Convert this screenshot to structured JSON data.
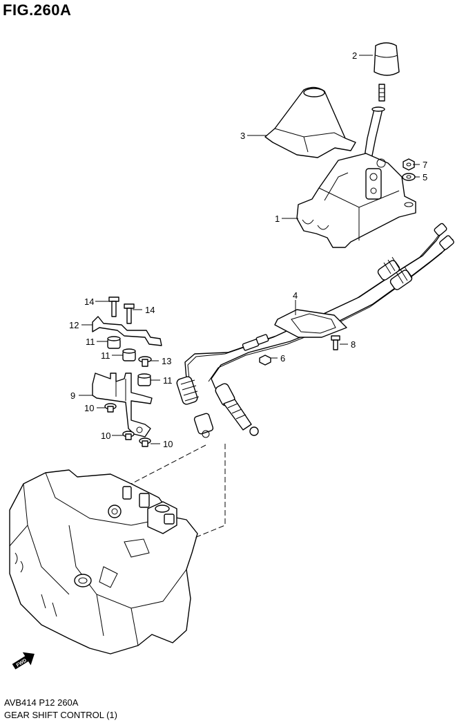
{
  "figure": {
    "title": "FIG.260A"
  },
  "callouts": [
    {
      "id": "c1",
      "text": "1"
    },
    {
      "id": "c2",
      "text": "2"
    },
    {
      "id": "c3",
      "text": "3"
    },
    {
      "id": "c4",
      "text": "4"
    },
    {
      "id": "c5",
      "text": "5"
    },
    {
      "id": "c6",
      "text": "6"
    },
    {
      "id": "c7",
      "text": "7"
    },
    {
      "id": "c8",
      "text": "8"
    },
    {
      "id": "c9",
      "text": "9"
    },
    {
      "id": "c10a",
      "text": "10"
    },
    {
      "id": "c10b",
      "text": "10"
    },
    {
      "id": "c10c",
      "text": "10"
    },
    {
      "id": "c11a",
      "text": "11"
    },
    {
      "id": "c11b",
      "text": "11"
    },
    {
      "id": "c11c",
      "text": "11"
    },
    {
      "id": "c12",
      "text": "12"
    },
    {
      "id": "c13",
      "text": "13"
    },
    {
      "id": "c14a",
      "text": "14"
    },
    {
      "id": "c14b",
      "text": "14"
    }
  ],
  "fwd_badge": "FWD",
  "footer": {
    "code": "AVB414 P12 260A",
    "caption": "GEAR SHIFT CONTROL (1)"
  }
}
